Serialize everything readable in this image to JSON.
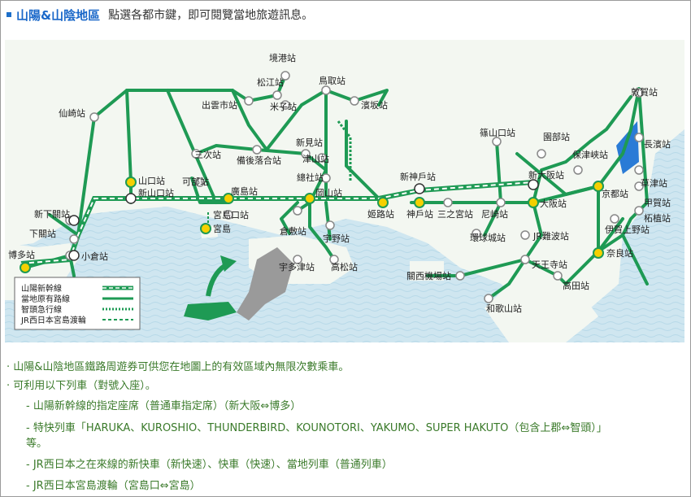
{
  "header": {
    "title": "山陽&山陰地區",
    "subtitle": "點選各都市鍵，即可閱覽當地旅遊訊息。"
  },
  "map": {
    "colors": {
      "sea": "#cfe6f0",
      "land": "#f2f7f2",
      "line": "#1e9a54",
      "station_fill": "#ffffff",
      "city_fill": "#f5d000",
      "lake": "#2a7bd6"
    },
    "stations": {
      "sakaiminato": "境港站",
      "matsue": "松江站",
      "tottori": "鳥取站",
      "izumoshi": "出雲市站",
      "yonago": "米子站",
      "hamasaka": "濱坂站",
      "senzaki": "仙崎站",
      "niimi": "新見站",
      "bingo_ochiai": "備後落合站",
      "tsuyama": "津山站",
      "miyoshi": "三次站",
      "soja": "總社站",
      "yamaguchi": "山口站",
      "shinyamaguchi": "新山口站",
      "kabe": "可部站",
      "hiroshima": "廣島站",
      "okayama": "岡山站",
      "miyajimaguchi": "宮島口站",
      "miyajima": "宮島",
      "kurashiki": "倉敷站",
      "uno": "宇野站",
      "utazu": "宇多津站",
      "takamatsu": "高松站",
      "shimonoseki_shin": "新下關站",
      "shimonoseki": "下關站",
      "kokura": "小倉站",
      "hakata": "博多站",
      "shinkobe": "新神戶站",
      "himeji": "姬路站",
      "kobe": "神戶站",
      "sannomiya": "三之宮站",
      "amagasaki": "尼崎站",
      "sasayamaguchi": "篠山口站",
      "sonobe": "園部站",
      "hozukyo": "保津峽站",
      "shinosaka": "新大阪站",
      "osaka": "大阪站",
      "kyoto": "京都站",
      "tsuruga": "敦賀站",
      "nagahama": "長濱站",
      "kusatsu": "草津站",
      "koka": "甲賀站",
      "tsuge": "柘植站",
      "igaueno": "伊賀上野站",
      "nara": "奈良站",
      "osakajo": "環球城站",
      "jrnamba": "JR難波站",
      "tennoji": "天王寺站",
      "kansai_airport": "關西機場站",
      "takada": "高田站",
      "wakayama": "和歌山站"
    },
    "legend": {
      "shinkansen": "山陽新幹線",
      "local": "當地原有路線",
      "chizu": "智頭急行線",
      "ferry": "JR西日本宮島渡輪"
    }
  },
  "notes": {
    "line1": "· 山陽&山陰地區鐵路周遊券可供您在地圖上的有效區域內無限次數乘車。",
    "line2": "· 可利用以下列車（對號入座）。",
    "item1": "- 山陽新幹線的指定座席（普通車指定席）（新大阪⇔博多）",
    "item2a": "- 特快列車「HARUKA、KUROSHIO、THUNDERBIRD、KOUNOTORI、YAKUMO、SUPER HAKUTO（包含上郡⇔智頭）」",
    "item2b": "等。",
    "item3": "- JR西日本之在來線的新快車（新快速）、快車（快速）、當地列車（普通列車）",
    "item4": "- JR西日本宮島渡輪（宮島口⇔宮島）"
  }
}
